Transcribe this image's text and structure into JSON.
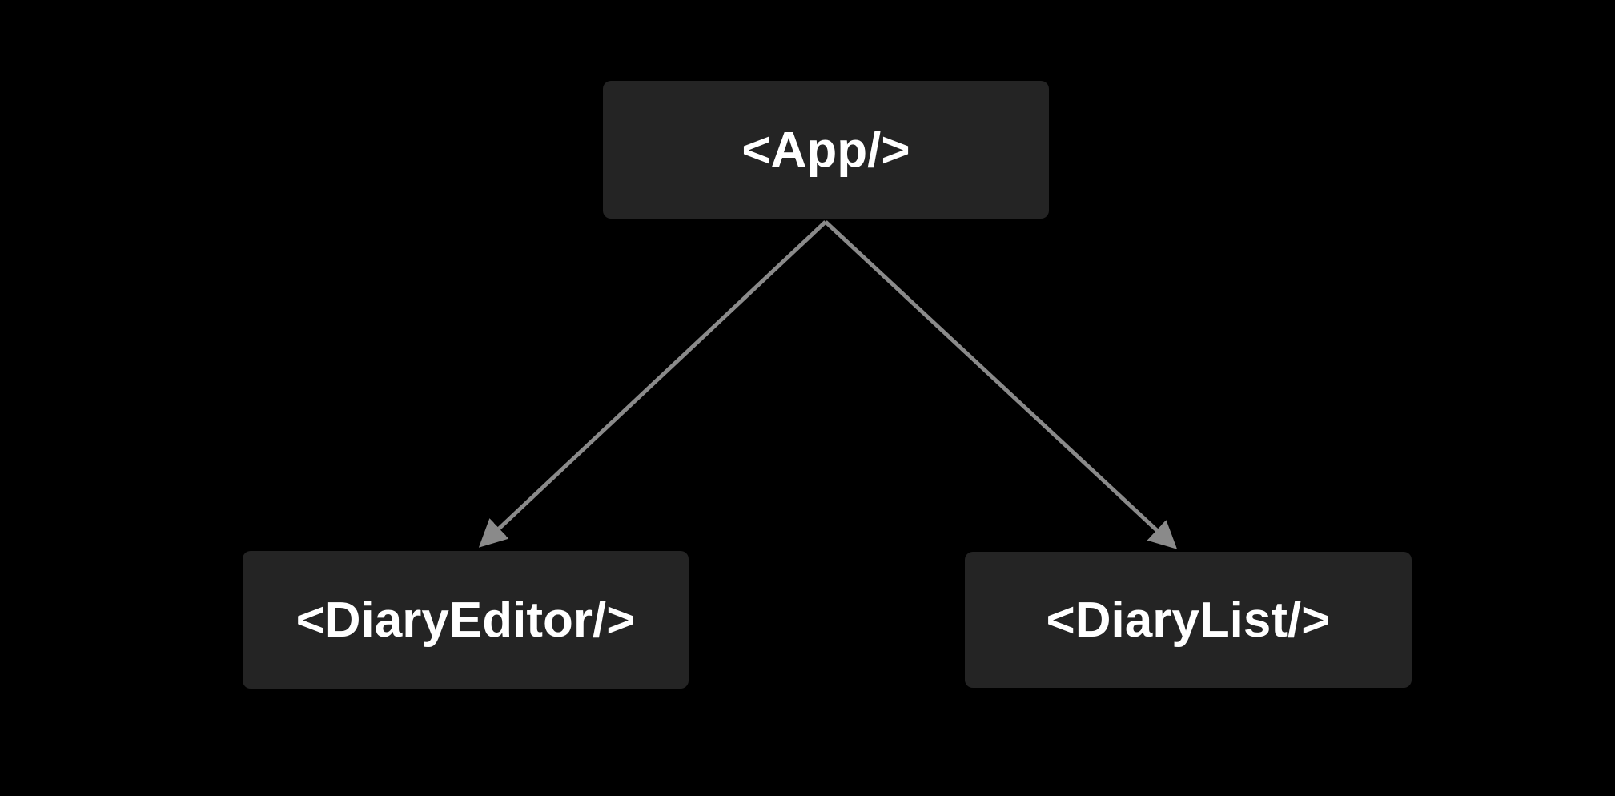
{
  "diagram": {
    "type": "component-tree",
    "background_color": "#000000",
    "node_fill_color": "#242424",
    "node_text_color": "#ffffff",
    "arrow_color": "#8a8a8a",
    "nodes": [
      {
        "id": "app",
        "label": "<App/>"
      },
      {
        "id": "diary-editor",
        "label": "<DiaryEditor/>"
      },
      {
        "id": "diary-list",
        "label": "<DiaryList/>"
      }
    ],
    "edges": [
      {
        "from": "app",
        "to": "diary-editor"
      },
      {
        "from": "app",
        "to": "diary-list"
      }
    ]
  }
}
